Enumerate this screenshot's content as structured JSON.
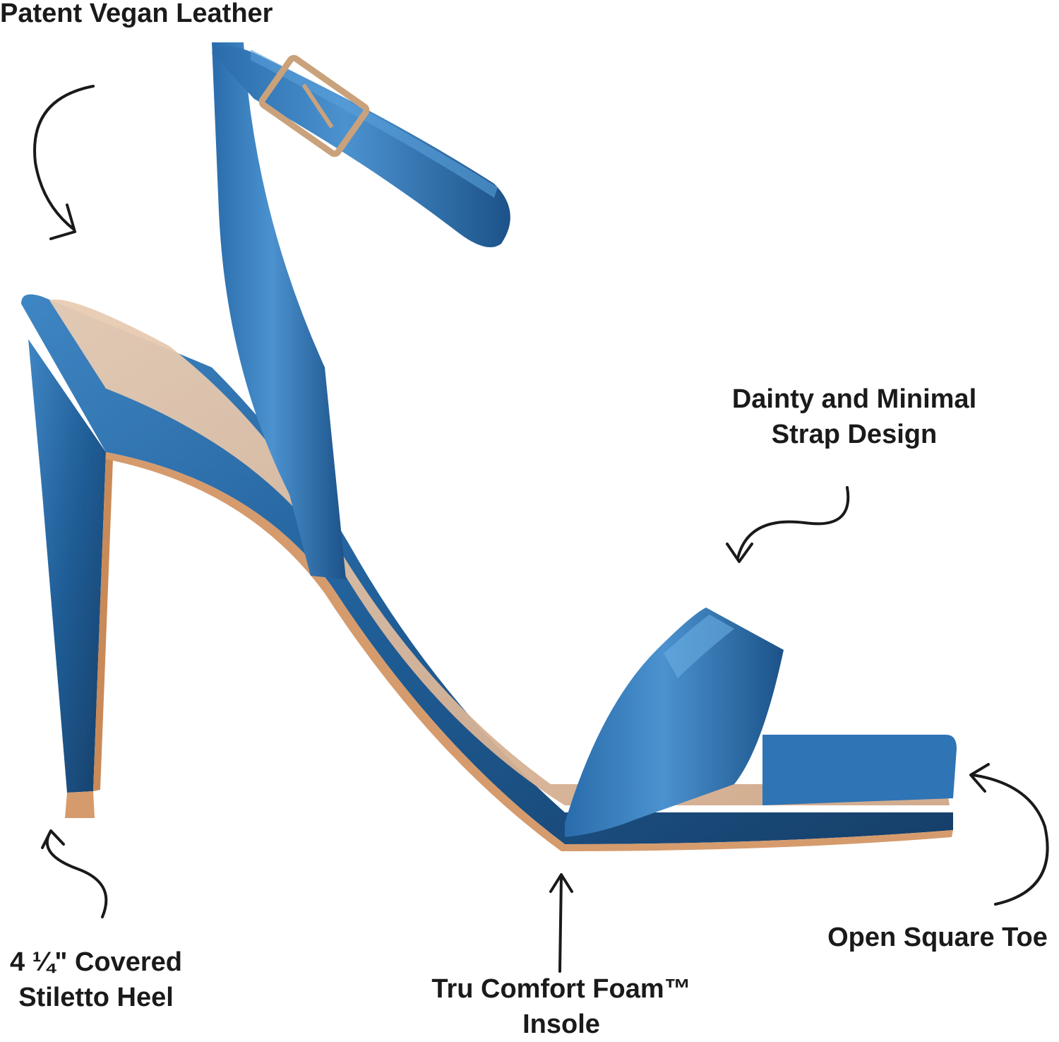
{
  "labels": {
    "patent": "Patent Vegan Leather",
    "strap": [
      "Dainty and Minimal",
      "Strap Design"
    ],
    "toe": "Open Square Toe",
    "heel": [
      "4 ¼\" Covered",
      "Stiletto Heel"
    ],
    "foam": [
      "Tru Comfort Foam™",
      "Insole"
    ]
  },
  "colors": {
    "shoe_blue": "#1f5d96",
    "shoe_blue_light": "#3f86c4",
    "shoe_blue_dark": "#163f69",
    "insole_tan": "#e2c0a4",
    "sole_tan": "#d59b6d",
    "text": "#1a1a1a",
    "background": "#ffffff"
  },
  "icons": [
    "curved-arrow-icon",
    "buckle-icon"
  ]
}
